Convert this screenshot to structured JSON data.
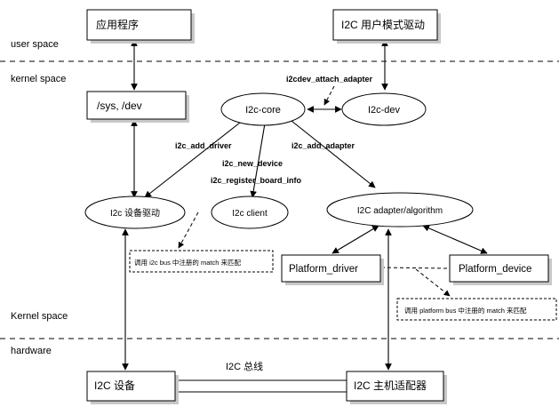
{
  "sections": {
    "user_space": "user space",
    "kernel_space_top": "kernel space",
    "kernel_space_bottom": "Kernel space",
    "hardware": "hardware"
  },
  "nodes": {
    "app": "应用程序",
    "i2c_user_driver": "I2C 用户模式驱动",
    "sys_dev": "/sys, /dev",
    "i2c_core": "I2c-core",
    "i2c_dev": "I2c-dev",
    "device_driver": "I2c 设备驱动",
    "i2c_client": "I2c client",
    "adapter_algorithm": "I2C adapter/algorithm",
    "platform_driver": "Platform_driver",
    "platform_device": "Platform_device",
    "i2c_device": "I2C 设备",
    "i2c_host_adapter": "I2C 主机适配器"
  },
  "edge_labels": {
    "attach_adapter": "i2cdev_attach_adapter",
    "add_driver": "i2c_add_driver",
    "new_device": "i2c_new_device",
    "register_board_info": "i2c_register_board_info",
    "add_adapter": "i2c_add_adapter",
    "bus": "I2C 总线"
  },
  "notes": {
    "i2c_bus_match": "调用 i2c bus 中注册的 match 来匹配",
    "platform_bus_match": "调用 platform bus 中注册的 match 来匹配"
  }
}
